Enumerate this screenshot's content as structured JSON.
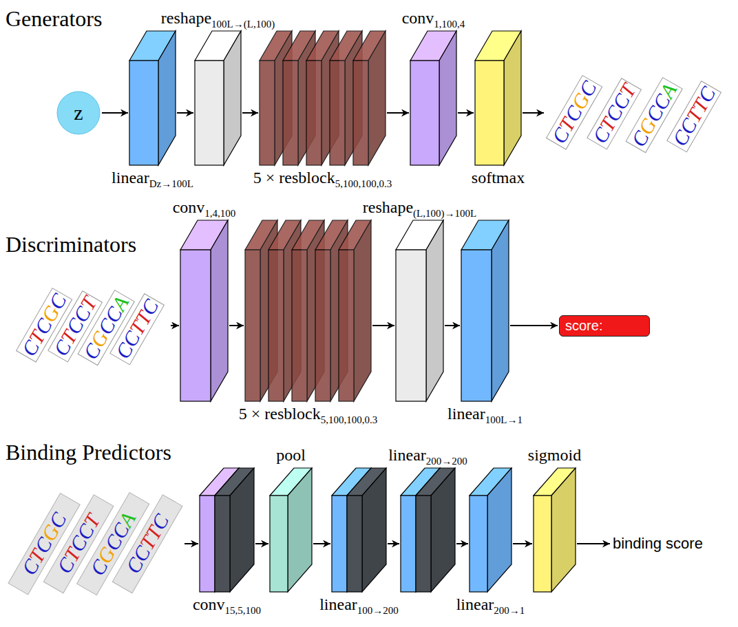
{
  "diagram": {
    "nodes": [
      {
        "text": [
          "z"
        ]
      },
      {
        "text": [
          "linear",
          "Dz→100L"
        ]
      },
      {
        "text": [
          "reshape",
          "100L→(L,100)"
        ]
      },
      {
        "text": [
          "5 × resblock",
          "5,100,100,0.3"
        ]
      },
      {
        "text": [
          "conv",
          "1,100,4"
        ]
      },
      {
        "text": [
          "softmax"
        ]
      },
      {
        "text": [
          "CTCGC",
          "CTCCT",
          "CGCCA",
          "CCTTC"
        ]
      },
      {
        "text": [
          "CTCGC",
          "CTCCT",
          "CGCCA",
          "CCTTC"
        ]
      },
      {
        "text": [
          "conv",
          "1,4,100"
        ]
      },
      {
        "text": [
          "5 × resblock",
          "5,100,100,0.3"
        ]
      },
      {
        "text": [
          "reshape",
          "(L,100)→100L"
        ]
      },
      {
        "text": [
          "linear",
          "100L→1"
        ]
      },
      {
        "text": [
          "score:"
        ]
      },
      {
        "text": [
          "CTCGC",
          "CTCCT",
          "CGCCA",
          "CCTTC"
        ]
      },
      {
        "text": [
          "conv",
          "15,5,100"
        ]
      },
      {
        "text": [
          "pool"
        ]
      },
      {
        "text": [
          "linear",
          "100→200"
        ]
      },
      {
        "text": [
          "linear",
          "200→200"
        ]
      },
      {
        "text": [
          "linear",
          "200→1"
        ]
      },
      {
        "text": [
          "sigmoid"
        ]
      },
      {
        "text": [
          "binding score"
        ]
      }
    ],
    "edges": [
      {
        "from": 0,
        "to": 1,
        "arrow": "to"
      },
      {
        "from": 1,
        "to": 2,
        "arrow": "to"
      },
      {
        "from": 2,
        "to": 3,
        "arrow": "to"
      },
      {
        "from": 3,
        "to": 4,
        "arrow": "to"
      },
      {
        "from": 4,
        "to": 5,
        "arrow": "to"
      },
      {
        "from": 5,
        "to": 6,
        "arrow": "to"
      },
      {
        "from": 7,
        "to": 8,
        "arrow": "to"
      },
      {
        "from": 8,
        "to": 9,
        "arrow": "to"
      },
      {
        "from": 9,
        "to": 10,
        "arrow": "to"
      },
      {
        "from": 10,
        "to": 11,
        "arrow": "to"
      },
      {
        "from": 11,
        "to": 12,
        "arrow": "to"
      },
      {
        "from": 13,
        "to": 14,
        "arrow": "to"
      },
      {
        "from": 14,
        "to": 15,
        "arrow": "to"
      },
      {
        "from": 15,
        "to": 16,
        "arrow": "to"
      },
      {
        "from": 16,
        "to": 17,
        "arrow": "to"
      },
      {
        "from": 17,
        "to": 18,
        "arrow": "to"
      },
      {
        "from": 18,
        "to": 19,
        "arrow": "to"
      },
      {
        "from": 19,
        "to": 20,
        "arrow": "to"
      }
    ],
    "labels": [
      "Generators",
      "Discriminators",
      "Binding Predictors"
    ]
  }
}
